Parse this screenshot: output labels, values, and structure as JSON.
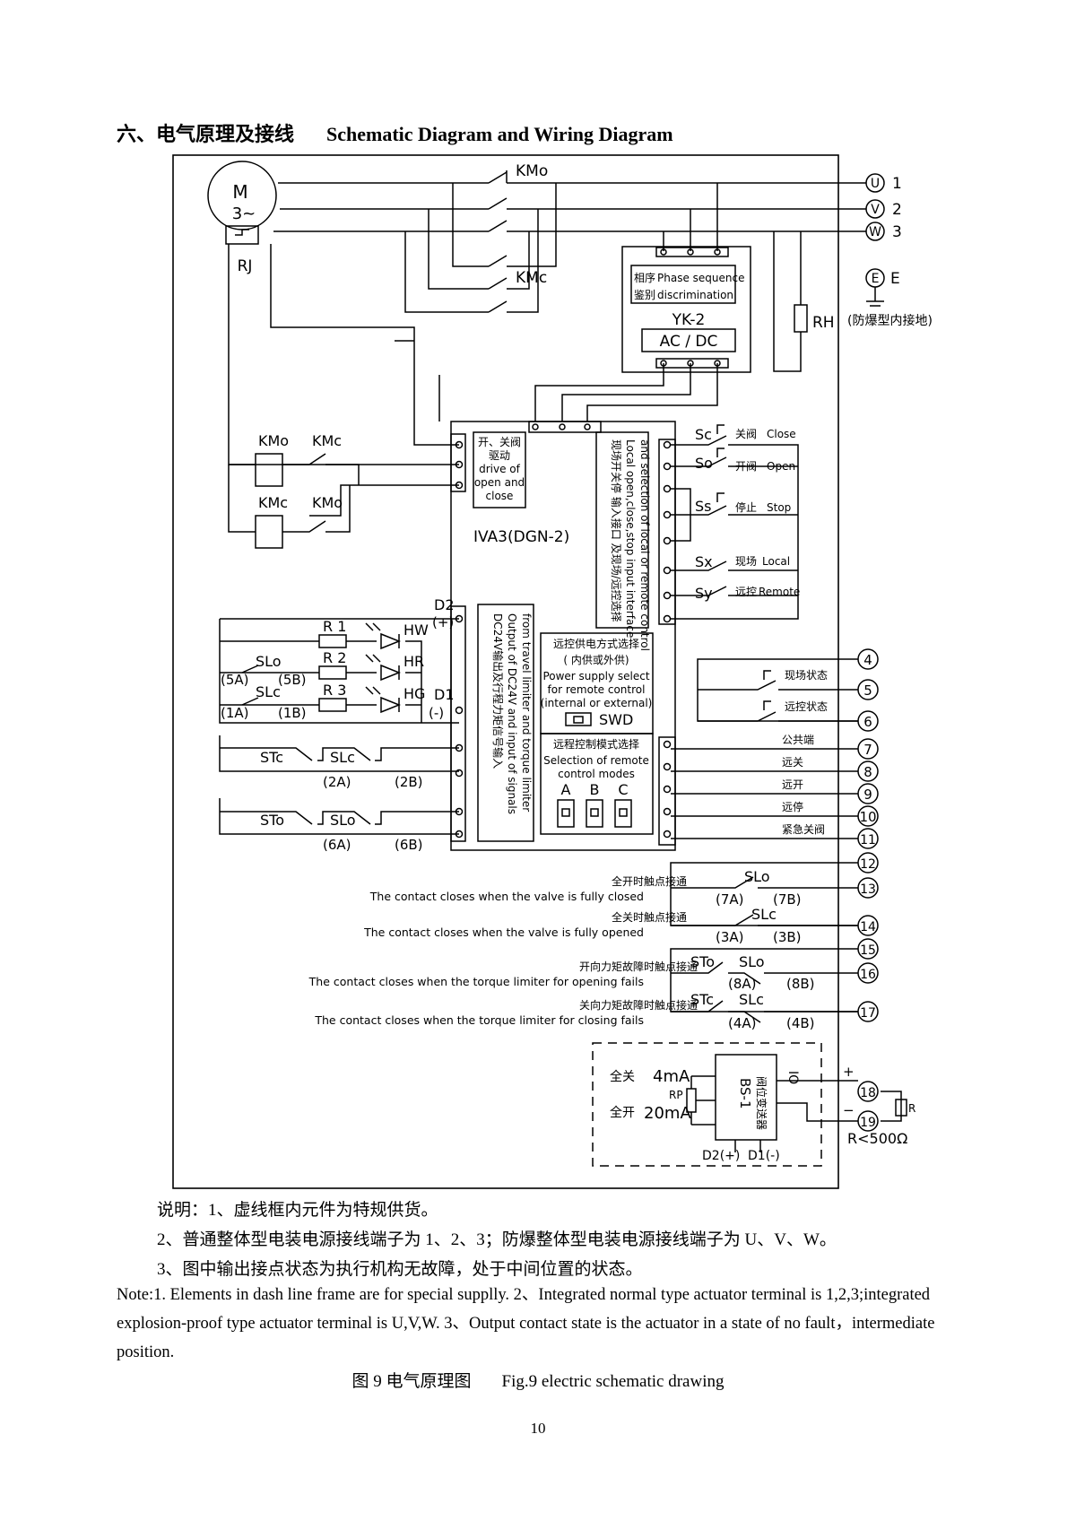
{
  "heading": {
    "zh": "六、电气原理及接线",
    "en": "Schematic Diagram and Wiring Diagram"
  },
  "diagram": {
    "motor": {
      "m": "M",
      "phase": "3~",
      "rj": "RJ"
    },
    "contactor_open": "KMo",
    "contactor_close": "KMc",
    "terminals_power": [
      "U",
      "V",
      "W"
    ],
    "terminal_nums": [
      "1",
      "2",
      "3"
    ],
    "earth": {
      "symbol": "E",
      "label": "E",
      "note": "(防爆型内接地)"
    },
    "heater": "RH",
    "phase_disc": {
      "zh1": "相序",
      "en1": "Phase sequence",
      "zh2": "鉴别",
      "en2": "discrimination"
    },
    "yk": "YK-2",
    "acdc": "AC / DC",
    "drive": [
      "开、关阀",
      "驱动",
      "drive of",
      "open and",
      "close"
    ],
    "module": "IVA3(DGN-2)",
    "interface_vertical": [
      "现场开关停 输入接口 及现场/远控选择",
      "Local open,close,stop input interface",
      "and selection of local or remote control"
    ],
    "relay_labels": [
      "KMo",
      "KMc",
      "KMc",
      "KMo"
    ],
    "switches": [
      {
        "code": "Sc",
        "zh": "关阀",
        "en": "Close"
      },
      {
        "code": "So",
        "zh": "开阀",
        "en": "Open"
      },
      {
        "code": "Ss",
        "zh": "停止",
        "en": "Stop"
      },
      {
        "code": "Sx",
        "zh": "现场",
        "en": "Local"
      },
      {
        "code": "Sy",
        "zh": "远控",
        "en": "Remote"
      }
    ],
    "d2": "D2",
    "plus": "(+)",
    "d1": "D1",
    "minus": "(-)",
    "resistors": [
      "R 1",
      "R 2",
      "R 3"
    ],
    "lamps": [
      "HW",
      "HR",
      "HG"
    ],
    "slo": "SLo",
    "slc": "SLc",
    "sto": "STo",
    "stc": "STc",
    "contacts_left": [
      "(5A)",
      "(5B)",
      "(1A)",
      "(1B)",
      "(2A)",
      "(2B)",
      "(6A)",
      "(6B)"
    ],
    "dc24_vertical": [
      "DC24V输出及行程力矩信号输入",
      "Output of DC24V and input of signals",
      "from travel limiter and torque limiter"
    ],
    "power_select": [
      "远控供电方式选择",
      "(  内供或外供)",
      "Power supply select",
      "for remote control",
      "(internal or external)"
    ],
    "swd": "SWD",
    "remote_mode": [
      "远程控制模式选择",
      "Selection of remote",
      "control modes"
    ],
    "abc": [
      "A",
      "B",
      "C"
    ],
    "state_labels": [
      "现场状态",
      "远控状态"
    ],
    "remote_labels": [
      "公共端",
      "远关",
      "远开",
      "远停",
      "紧急关阀"
    ],
    "numbered_terms": [
      "4",
      "5",
      "6",
      "7",
      "8",
      "9",
      "10",
      "11",
      "12",
      "13",
      "14",
      "15",
      "16",
      "17",
      "18",
      "19"
    ],
    "desc": [
      {
        "zh": "全开时触点接通",
        "en": "The contact closes when the valve is fully closed"
      },
      {
        "zh": "全关时触点接通",
        "en": "The contact closes when the valve is fully opened"
      },
      {
        "zh": "开向力矩故障时触点接通",
        "en": "The contact closes when the torque limiter for opening fails"
      },
      {
        "zh": "关向力矩故障时触点接通",
        "en": "The contact closes when the torque limiter for closing fails"
      }
    ],
    "contacts_right": [
      "(7A)",
      "(7B)",
      "(3A)",
      "(3B)",
      "(8A)",
      "(8B)",
      "(4A)",
      "(4B)"
    ],
    "transmitter": {
      "full_close": "全关",
      "ma4": "4mA",
      "full_open": "全开",
      "ma20": "20mA",
      "rp": "RP",
      "bs": "BS-1",
      "bs_zh": "阀位变送器",
      "io": "IO",
      "d2": "D2(+)",
      "d1": "D1(-)",
      "plus": "+",
      "minus": "−",
      "r": "R",
      "rlimit": "R<500Ω"
    }
  },
  "notes": [
    "说明：1、虚线框内元件为特规供货。",
    "2、普通整体型电装电源接线端子为 1、2、3；防爆整体型电装电源接线端子为 U、V、W。",
    "3、图中输出接点状态为执行机构无故障，处于中间位置的状态。",
    "Note:1. Elements in dash line frame are for special supplly. 2、Integrated normal type actuator terminal is 1,2,3;integrated explosion-proof type actuator terminal is U,V,W. 3、Output contact state is the actuator in a state of no fault，intermediate position."
  ],
  "caption": {
    "zh": "图 9  电气原理图",
    "en": "Fig.9 electric schematic drawing"
  },
  "page_number": "10"
}
